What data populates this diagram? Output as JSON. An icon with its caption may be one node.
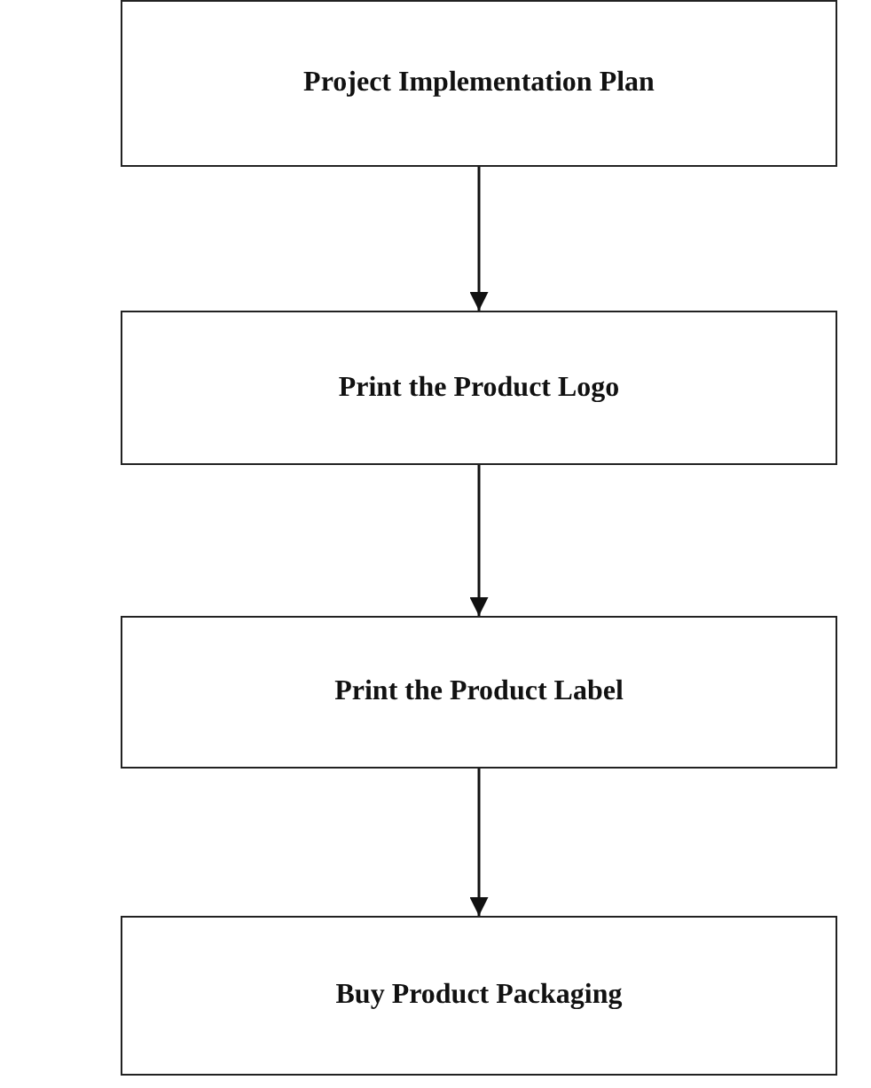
{
  "diagram": {
    "nodes": [
      {
        "text": [
          "Project Implementation Plan"
        ]
      },
      {
        "text": [
          "Print the Product Logo"
        ]
      },
      {
        "text": [
          "Print the Product Label"
        ]
      },
      {
        "text": [
          "Buy Product Packaging"
        ]
      }
    ],
    "edges": [
      {
        "from": 0,
        "to": 1,
        "arrow": "to"
      },
      {
        "from": 1,
        "to": 2,
        "arrow": "to"
      },
      {
        "from": 2,
        "to": 3,
        "arrow": "to"
      }
    ]
  }
}
